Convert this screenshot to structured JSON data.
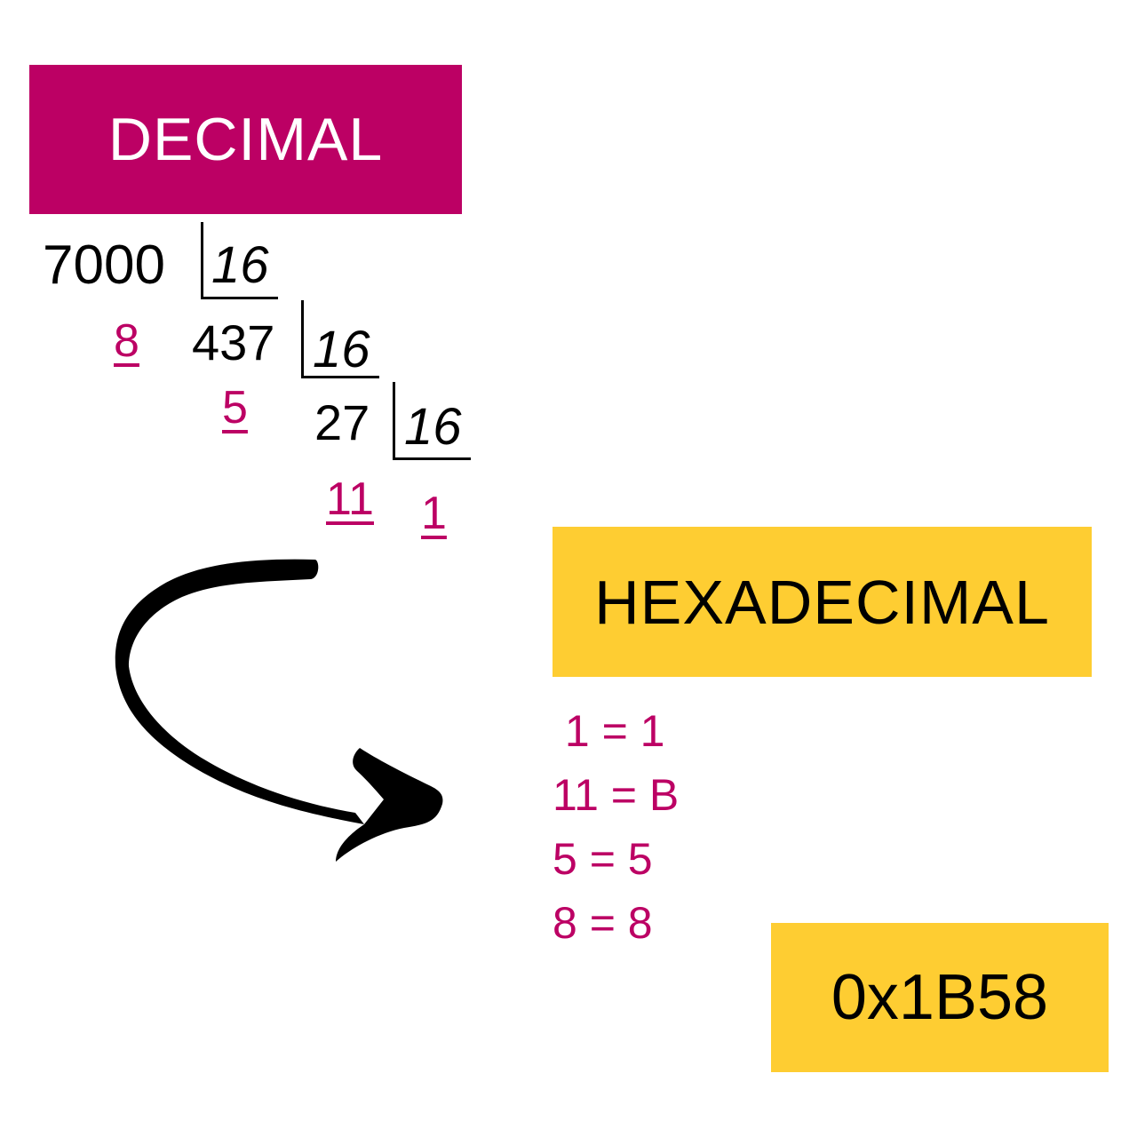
{
  "labels": {
    "decimal": "DECIMAL",
    "hexadecimal": "HEXADECIMAL",
    "result": "0x1B58"
  },
  "division": {
    "divisor": "16",
    "steps": [
      {
        "dividend": "7000",
        "remainder": "8"
      },
      {
        "dividend": "437",
        "remainder": "5"
      },
      {
        "dividend": "27",
        "remainder": "11"
      }
    ],
    "final_quotient": "1"
  },
  "mapping": [
    {
      "text": " 1 = 1"
    },
    {
      "text": "11 = B"
    },
    {
      "text": "5 = 5"
    },
    {
      "text": "8 = 8"
    }
  ],
  "colors": {
    "magenta": "#bc0064",
    "yellow": "#fecd32",
    "black": "#000000"
  },
  "icons": {
    "arrow": "curved-arrow-icon"
  }
}
